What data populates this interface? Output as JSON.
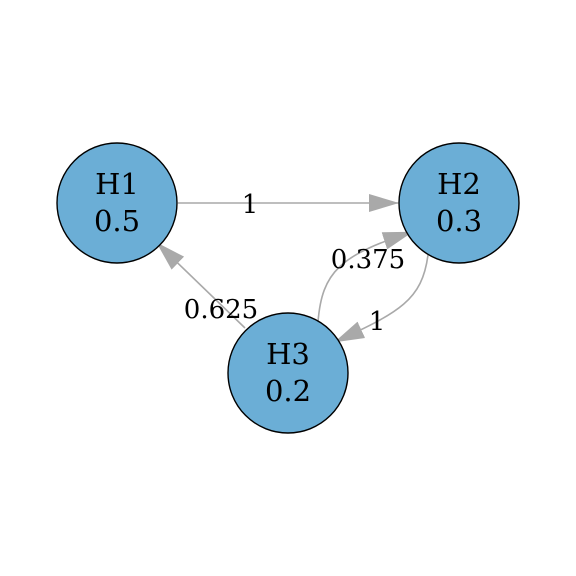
{
  "colors": {
    "node_fill": "#6baed6",
    "node_stroke": "#000000",
    "edge": "#a9a9a9"
  },
  "nodes": [
    {
      "id": "H1",
      "label": "H1",
      "value": "0.5"
    },
    {
      "id": "H2",
      "label": "H2",
      "value": "0.3"
    },
    {
      "id": "H3",
      "label": "H3",
      "value": "0.2"
    }
  ],
  "edges": [
    {
      "from": "H1",
      "to": "H2",
      "weight": "1"
    },
    {
      "from": "H3",
      "to": "H1",
      "weight": "0.625"
    },
    {
      "from": "H3",
      "to": "H2",
      "weight": "0.375"
    },
    {
      "from": "H2",
      "to": "H3",
      "weight": "1"
    }
  ]
}
